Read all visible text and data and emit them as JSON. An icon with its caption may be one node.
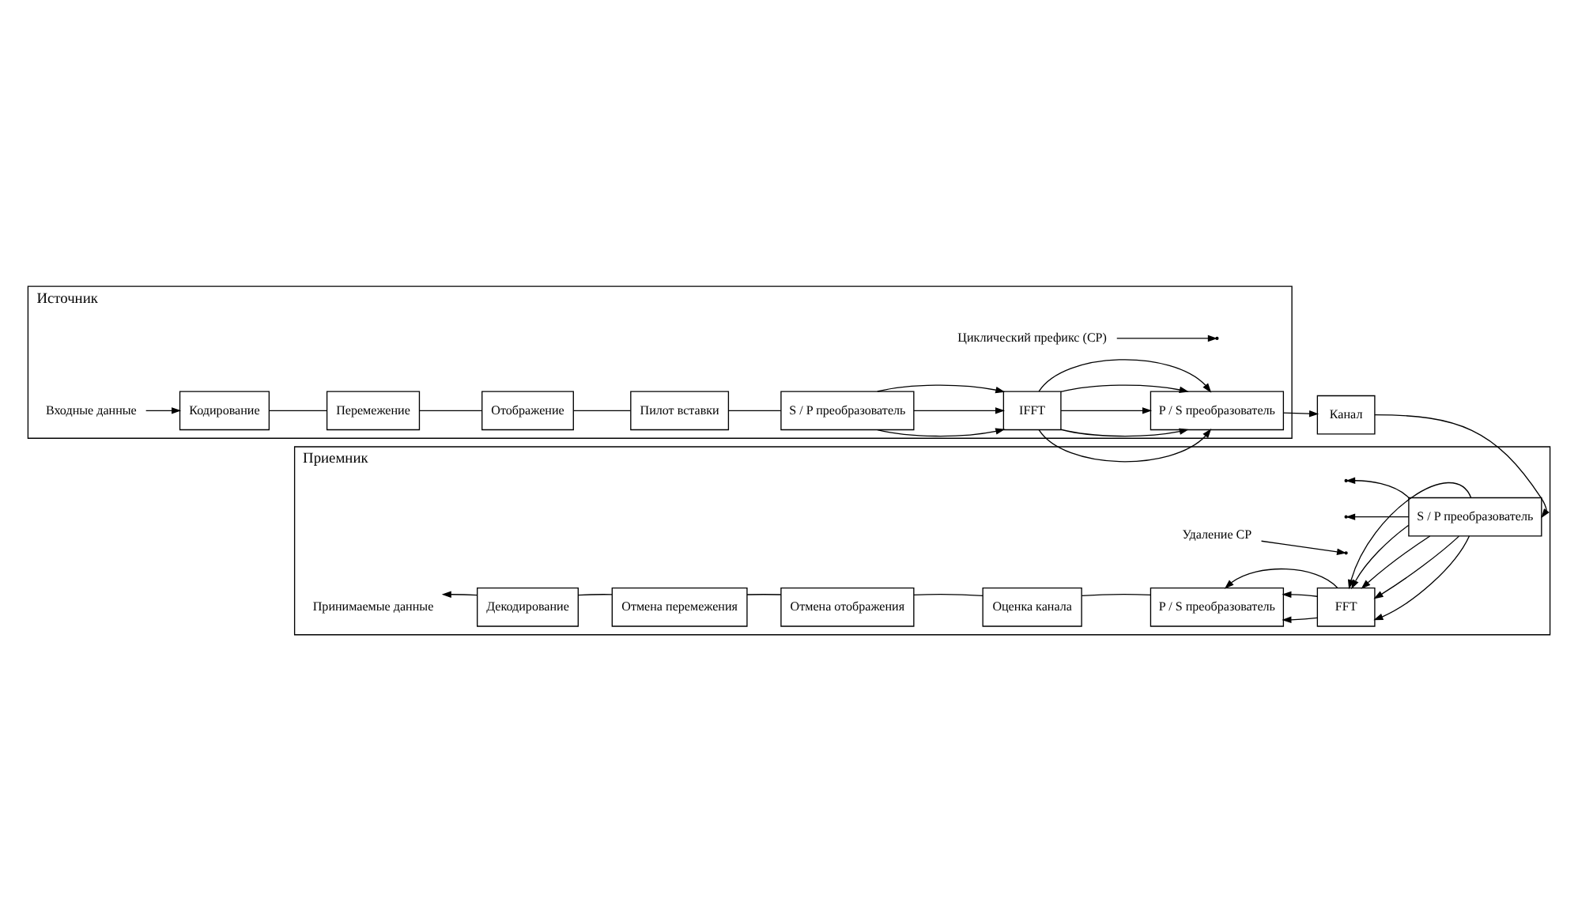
{
  "diagram": {
    "nodes": [
      {
        "text": [
          "Источник"
        ]
      },
      {
        "text": [
          "Входные данные"
        ],
        "in": 0
      },
      {
        "text": [
          "Кодирование"
        ],
        "in": 0
      },
      {
        "text": [
          "Перемежение"
        ],
        "in": 0
      },
      {
        "text": [
          "Отображение"
        ],
        "in": 0
      },
      {
        "text": [
          "Пилот вставки"
        ],
        "in": 0
      },
      {
        "text": [
          "S / P преобразователь"
        ],
        "in": 0
      },
      {
        "text": [
          "IFFT"
        ],
        "in": 0
      },
      {
        "text": [
          "P / S преобразователь"
        ],
        "in": 0
      },
      {
        "text": [
          "Циклический префикс (CP)"
        ],
        "in": 0
      },
      {
        "text": [
          "Канал"
        ]
      },
      {
        "text": [
          "Приемник"
        ]
      },
      {
        "text": [
          "Удаление CP"
        ],
        "in": 11
      },
      {
        "text": [
          "S / P преобразователь"
        ],
        "in": 11
      },
      {
        "text": [
          "FFT"
        ],
        "in": 11
      },
      {
        "text": [
          "P / S преобразователь"
        ],
        "in": 11
      },
      {
        "text": [
          "Оценка канала"
        ],
        "in": 11
      },
      {
        "text": [
          "Отмена отображения"
        ],
        "in": 11
      },
      {
        "text": [
          "Отмена перемежения"
        ],
        "in": 11
      },
      {
        "text": [
          "Декодирование"
        ],
        "in": 11
      },
      {
        "text": [
          "Принимаемые данные"
        ],
        "in": 11
      }
    ],
    "edges": [
      {
        "from": 1,
        "to": 2,
        "arrow": "to"
      },
      {
        "from": 2,
        "to": 3,
        "arrow": "none"
      },
      {
        "from": 3,
        "to": 4,
        "arrow": "none"
      },
      {
        "from": 4,
        "to": 5,
        "arrow": "none"
      },
      {
        "from": 5,
        "to": 6,
        "arrow": "none"
      },
      {
        "from": 6,
        "to": 7,
        "arrow": "to"
      },
      {
        "from": 6,
        "to": 7,
        "arrow": "to"
      },
      {
        "from": 6,
        "to": 7,
        "arrow": "to"
      },
      {
        "from": 7,
        "to": 8,
        "arrow": "to"
      },
      {
        "from": 7,
        "to": 8,
        "arrow": "to"
      },
      {
        "from": 7,
        "to": 8,
        "arrow": "to"
      },
      {
        "from": 7,
        "to": 8,
        "arrow": "to"
      },
      {
        "from": 7,
        "to": 8,
        "arrow": "to"
      },
      {
        "from": 9,
        "to": null,
        "arrow": "to"
      },
      {
        "from": 8,
        "to": 10,
        "arrow": "to"
      },
      {
        "from": 10,
        "to": 13,
        "arrow": "to"
      },
      {
        "from": 12,
        "to": null,
        "arrow": "to"
      },
      {
        "from": 13,
        "to": null,
        "arrow": "to"
      },
      {
        "from": 13,
        "to": null,
        "arrow": "to"
      },
      {
        "from": 13,
        "to": 14,
        "arrow": "to"
      },
      {
        "from": 13,
        "to": 14,
        "arrow": "to"
      },
      {
        "from": 13,
        "to": 14,
        "arrow": "to"
      },
      {
        "from": 13,
        "to": 14,
        "arrow": "to"
      },
      {
        "from": 13,
        "to": 14,
        "arrow": "to"
      },
      {
        "from": 14,
        "to": 15,
        "arrow": "to"
      },
      {
        "from": 14,
        "to": 15,
        "arrow": "to"
      },
      {
        "from": 14,
        "to": 15,
        "arrow": "to"
      },
      {
        "from": 15,
        "to": 16,
        "arrow": "none"
      },
      {
        "from": 16,
        "to": 17,
        "arrow": "none"
      },
      {
        "from": 17,
        "to": 18,
        "arrow": "none"
      },
      {
        "from": 18,
        "to": 19,
        "arrow": "none"
      },
      {
        "from": 19,
        "to": 20,
        "arrow": "to"
      }
    ]
  }
}
